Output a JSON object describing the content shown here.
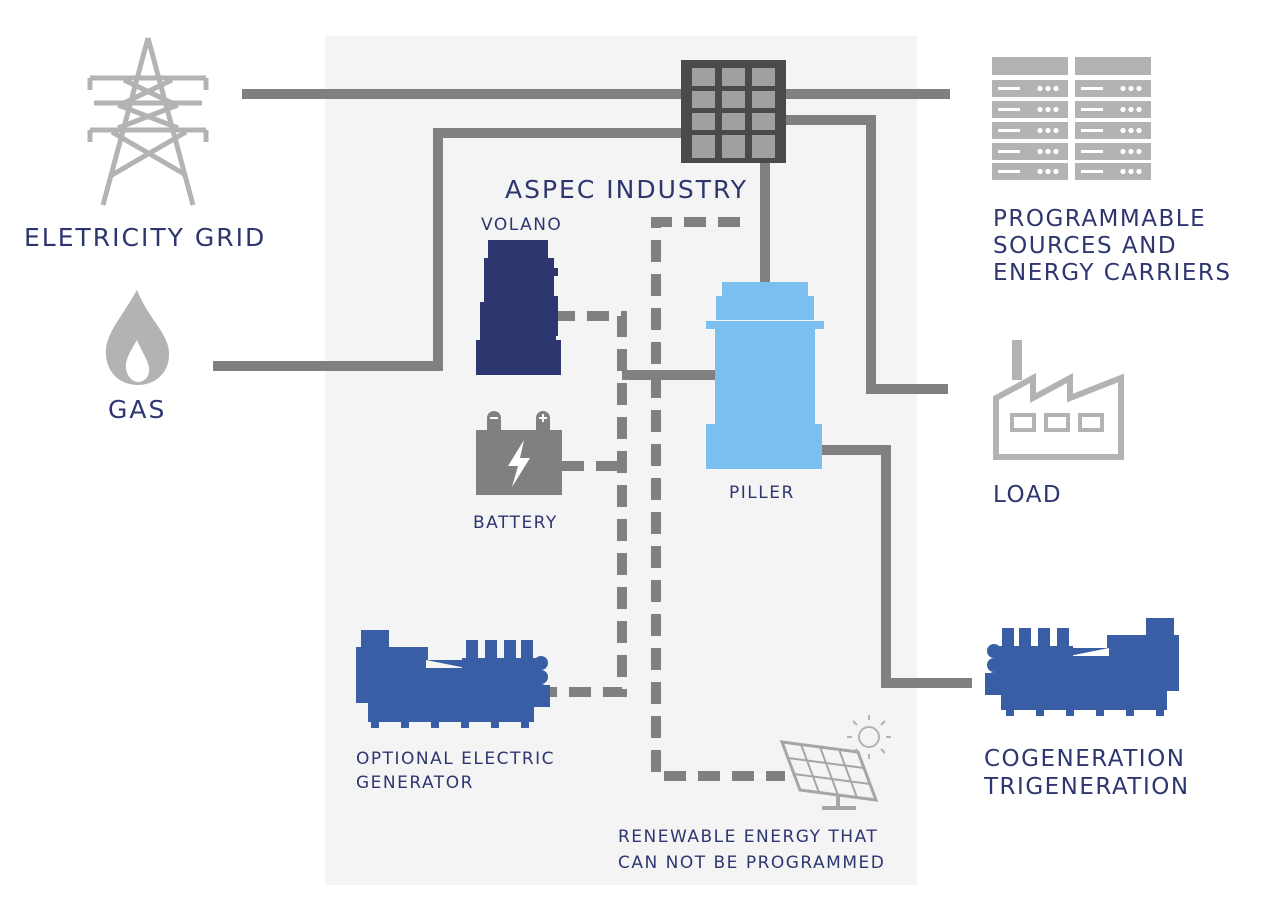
{
  "colors": {
    "panel": "#f4f4f5",
    "line": "#808080",
    "icon_gray": "#b3b3b3",
    "navy": "#2e3670",
    "blue": "#3a5ea6",
    "light_blue": "#7bbfee",
    "text": "#2e3670"
  },
  "labels": {
    "grid": "ELETRICITY GRID",
    "gas": "GAS",
    "industry": "ASPEC INDUSTRY",
    "volano": "VOLANO",
    "battery": "BATTERY",
    "piller": "PILLER",
    "generator": [
      "OPTIONAL ELECTRIC",
      "GENERATOR"
    ],
    "renewable": [
      "RENEWABLE ENERGY THAT",
      "CAN NOT BE PROGRAMMED"
    ],
    "programmable": [
      "PROGRAMMABLE",
      "SOURCES AND",
      "ENERGY CARRIERS"
    ],
    "load": "LOAD",
    "cogeneration": [
      "COGENERATION",
      "TRIGENERATION"
    ]
  },
  "icons": {
    "grid": "power-pylon-icon",
    "gas": "flame-icon",
    "volano": "flywheel-ups-icon",
    "battery": "battery-icon",
    "piller": "ups-cabinet-icon",
    "generator": "diesel-generator-icon",
    "solar": "solar-panel-icon",
    "servers": "server-rack-icon",
    "load": "factory-icon",
    "cogeneration": "cogeneration-engine-icon",
    "switch": "switchgear-icon"
  }
}
